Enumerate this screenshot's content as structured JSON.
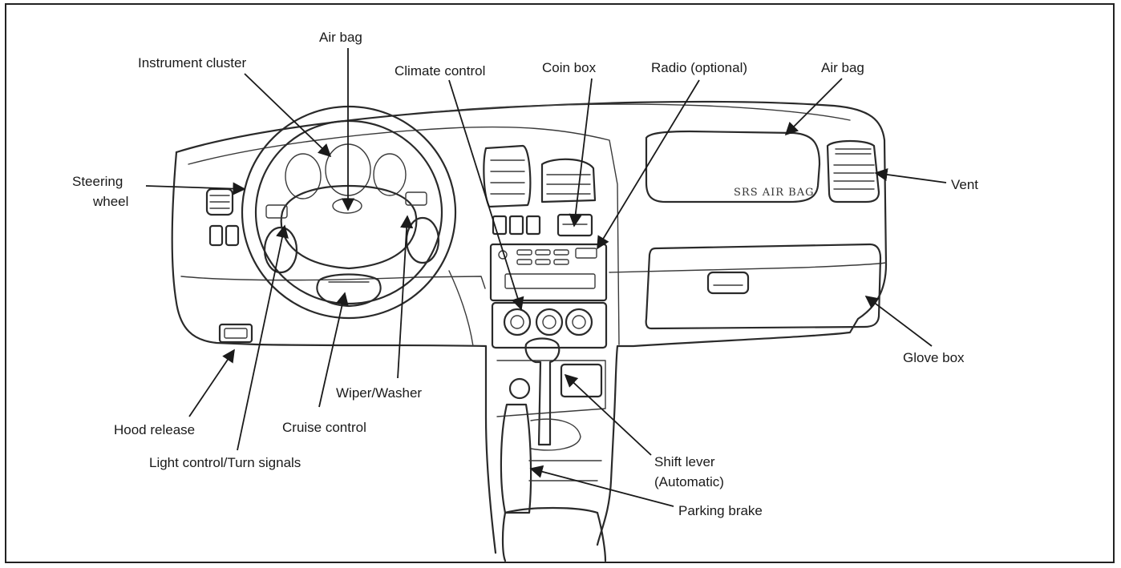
{
  "labels": {
    "air_bag_driver": "Air bag",
    "instrument_cluster": "Instrument cluster",
    "climate_control": "Climate control",
    "coin_box": "Coin box",
    "radio": "Radio (optional)",
    "air_bag_passenger": "Air bag",
    "steering_wheel_line1": "Steering",
    "steering_wheel_line2": "wheel",
    "vent": "Vent",
    "glove_box": "Glove box",
    "hood_release": "Hood release",
    "cruise_control": "Cruise control",
    "wiper_washer": "Wiper/Washer",
    "light_control": "Light control/Turn signals",
    "shift_lever_line1": "Shift lever",
    "shift_lever_line2": "(Automatic)",
    "parking_brake": "Parking brake"
  },
  "stamp_text": "SRS AIR BAG"
}
